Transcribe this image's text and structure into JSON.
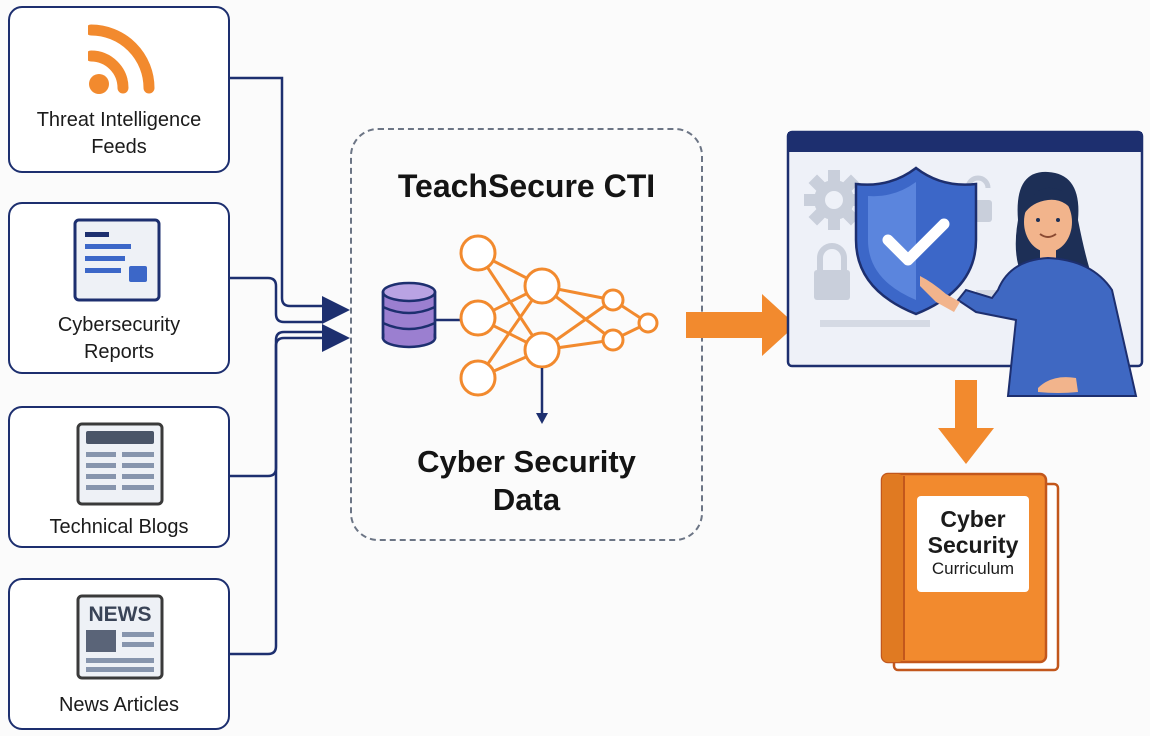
{
  "sources": [
    {
      "id": "feeds",
      "label_lines": [
        "Threat Intelligence",
        "Feeds"
      ],
      "icon": "rss-feed-icon"
    },
    {
      "id": "reports",
      "label_lines": [
        "Cybersecurity",
        "Reports"
      ],
      "icon": "report-document-icon"
    },
    {
      "id": "blogs",
      "label_lines": [
        "Technical Blogs"
      ],
      "icon": "blog-page-icon"
    },
    {
      "id": "news",
      "label_lines": [
        "News Articles"
      ],
      "icon": "newspaper-icon",
      "icon_text": "NEWS"
    }
  ],
  "cti": {
    "title": "TeachSecure CTI",
    "output_lines": [
      "Cyber Security",
      "Data"
    ],
    "icons": [
      "database-icon",
      "neural-network-icon"
    ]
  },
  "presentation": {
    "icons": [
      "gear-icon",
      "padlock-icon",
      "unlock-icon",
      "shield-check-icon",
      "presenter-woman-icon"
    ]
  },
  "curriculum": {
    "lines": [
      "Cyber",
      "Security",
      "Curriculum"
    ],
    "icon": "book-icon"
  },
  "colors": {
    "navy": "#1d2f6f",
    "orange": "#f28a2e",
    "purple": "#9b7fd0",
    "shield_blue": "#3c67c8",
    "dash_gray": "#6c7585"
  }
}
